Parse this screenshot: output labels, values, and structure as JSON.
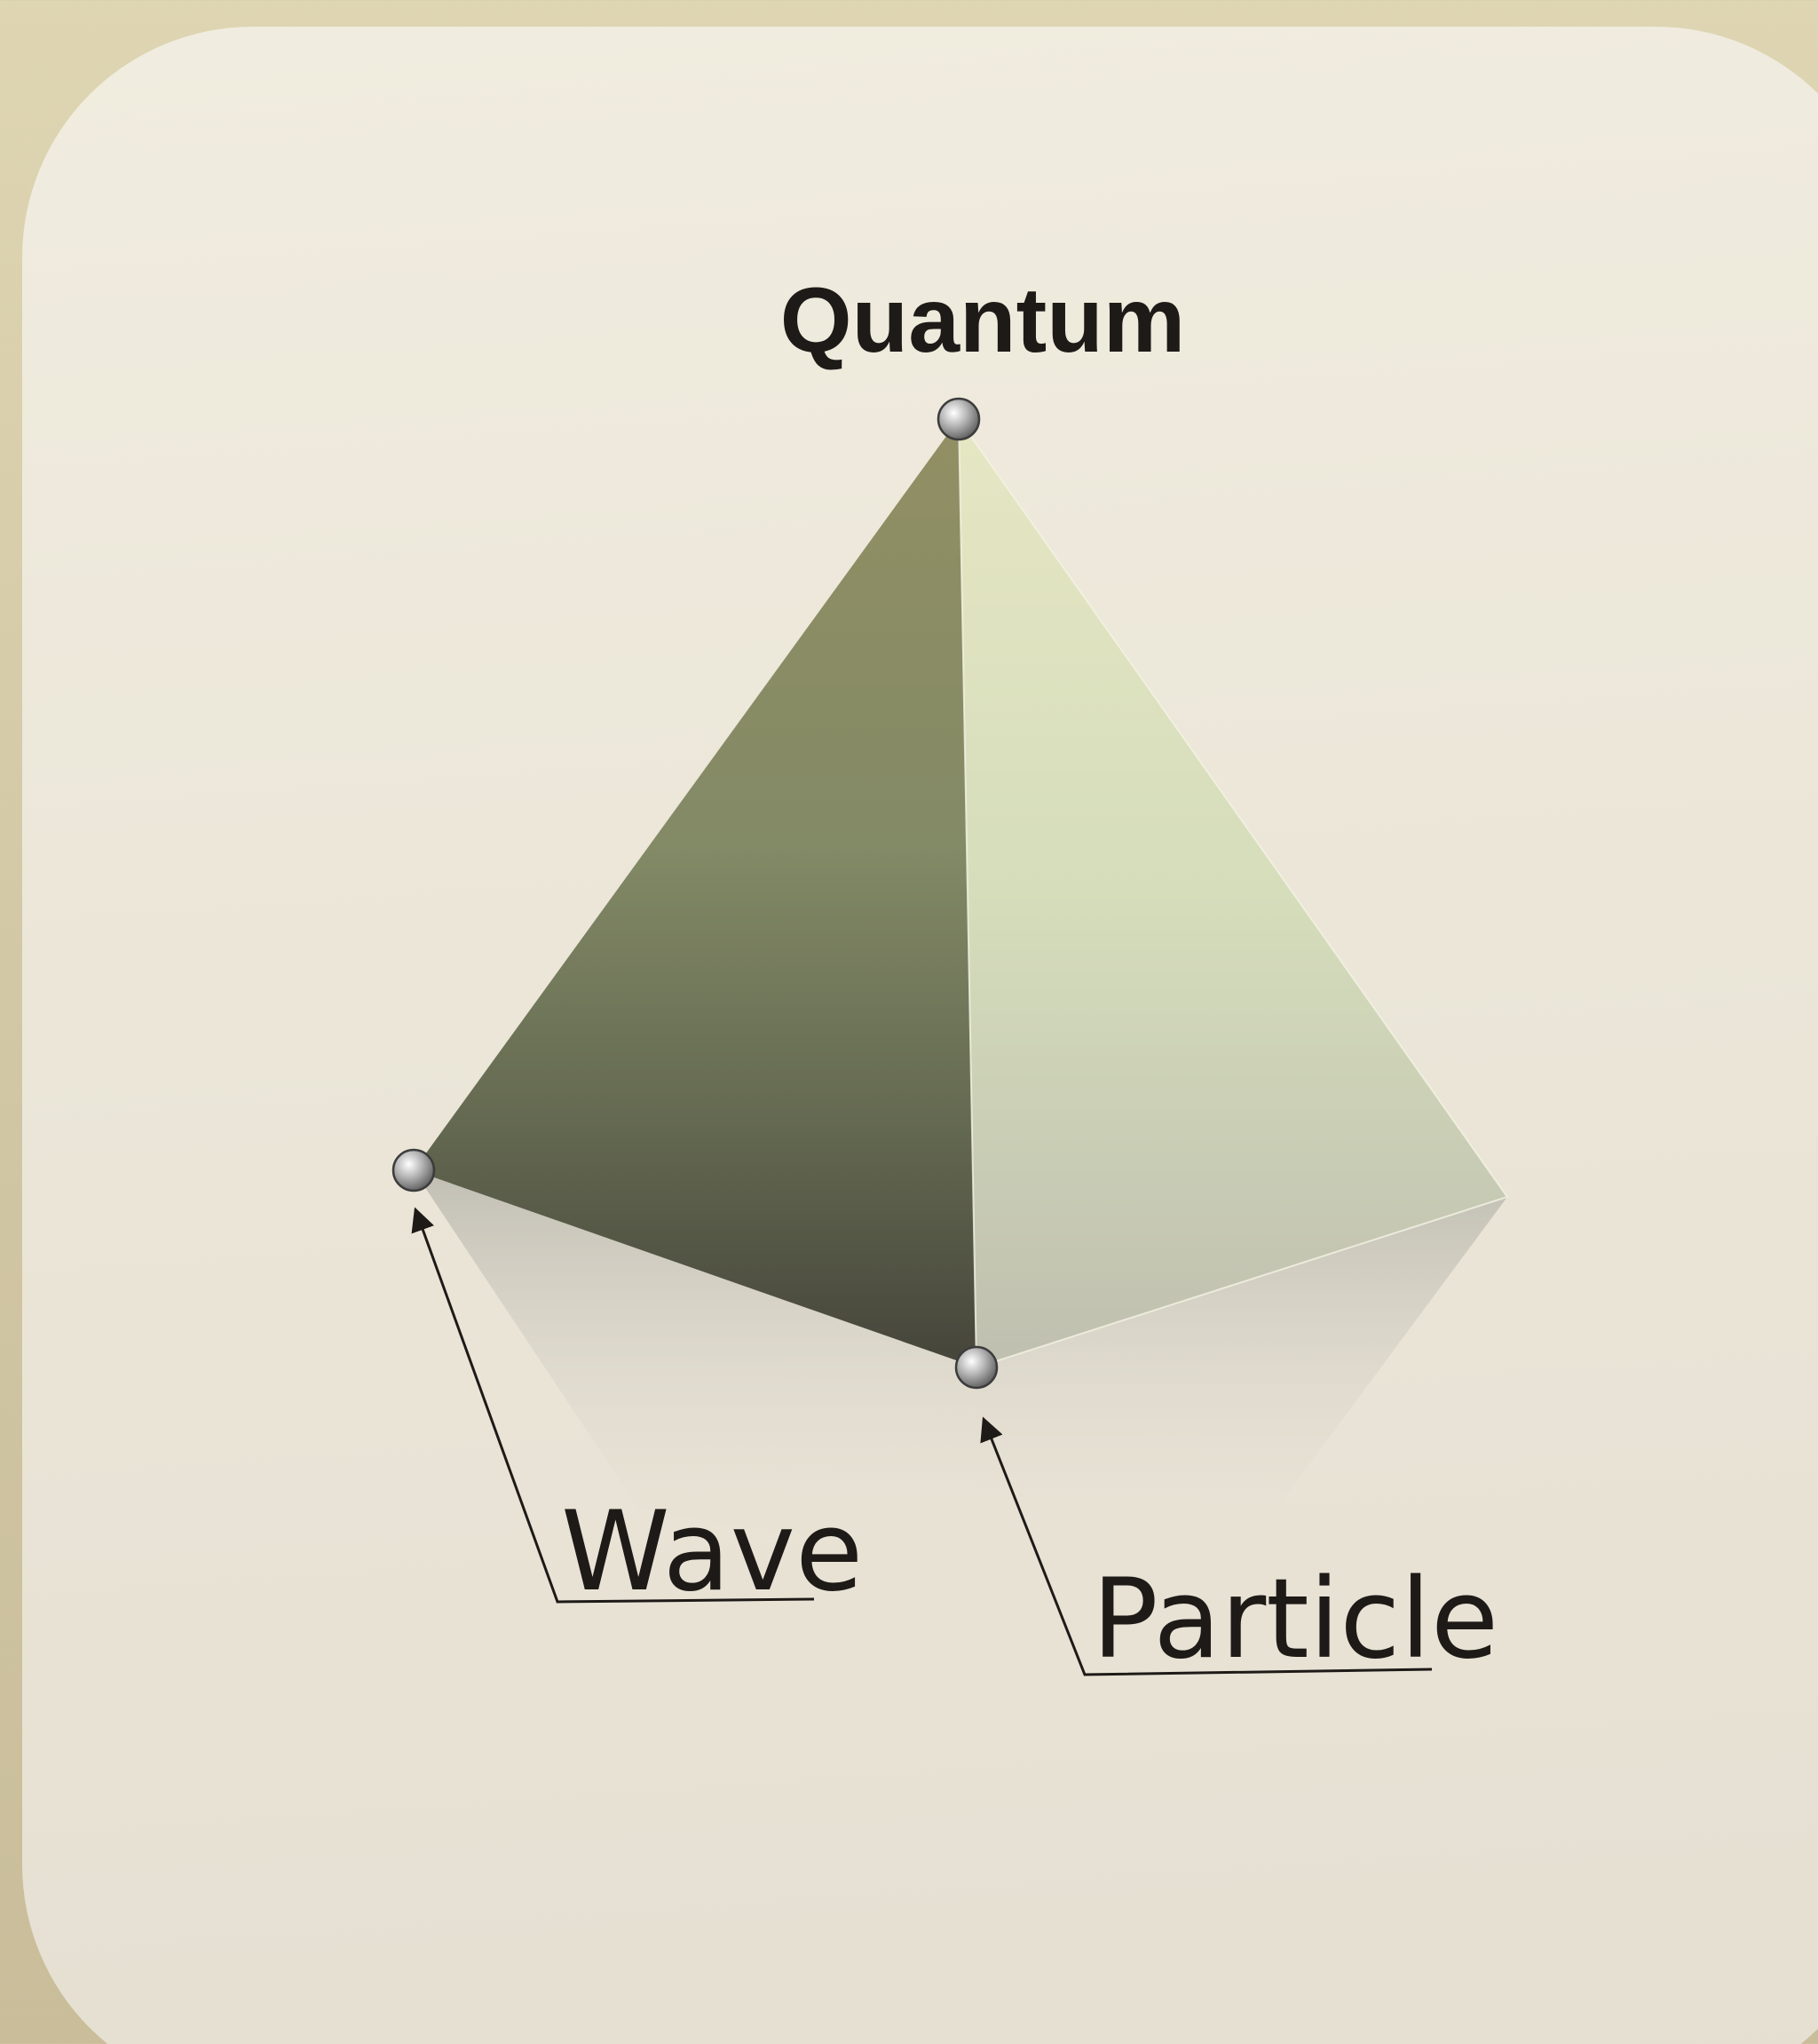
{
  "diagram": {
    "title": "Quantum",
    "labels": {
      "wave": "Wave",
      "particle": "Particle"
    }
  }
}
